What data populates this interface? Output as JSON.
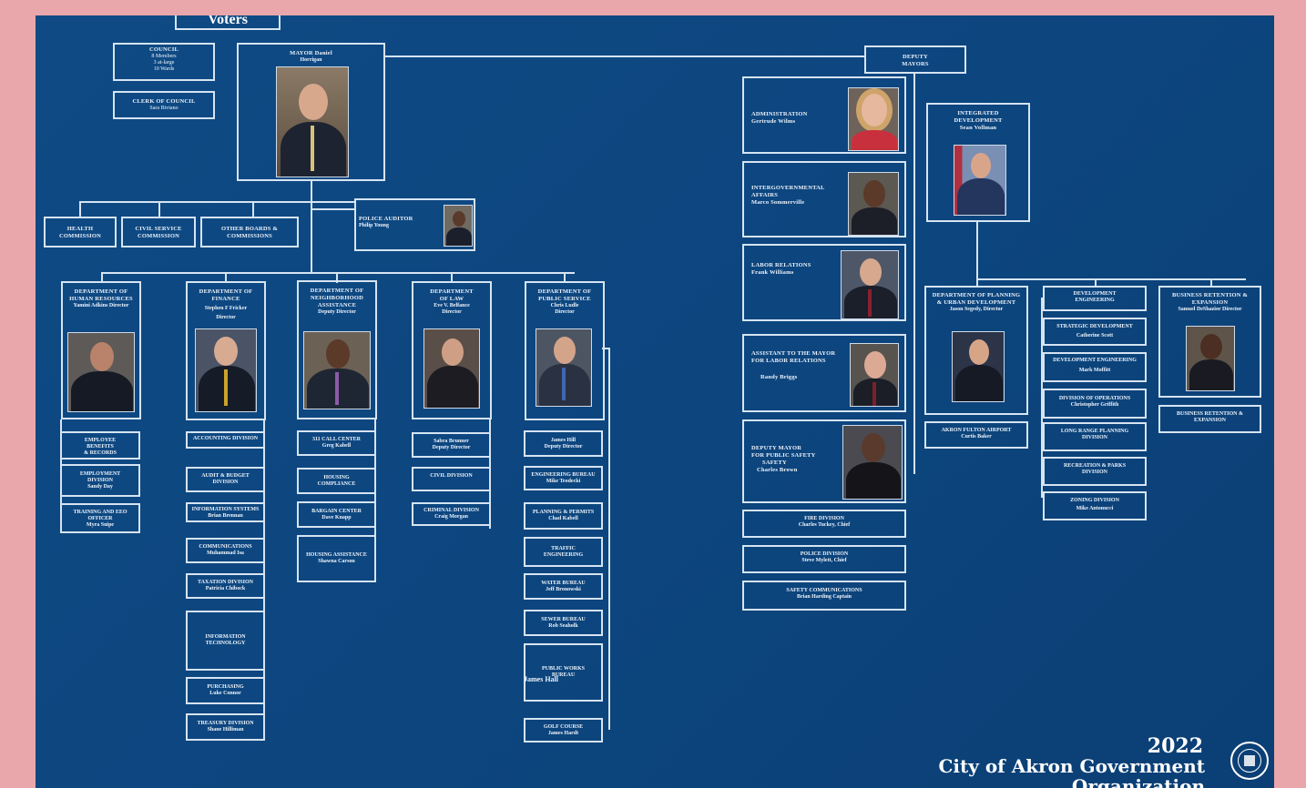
{
  "top": {
    "voters": "Voters"
  },
  "council": {
    "title": "COUNCIL",
    "line1": "8 Members",
    "line2": "3 at-large",
    "line3": "10 Wards"
  },
  "clerk": {
    "title": "CLERK OF COUNCIL",
    "name": "Sara Biviano"
  },
  "mayor": {
    "title": "MAYOR Daniel",
    "name": "Horrigan"
  },
  "deputy_mayors": {
    "title": "DEPUTY",
    "line2": "MAYORS"
  },
  "commissions": [
    {
      "line1": "HEALTH",
      "line2": "COMMISSION"
    },
    {
      "line1": "CIVIL SERVICE",
      "line2": "COMMISSION"
    },
    {
      "line1": "OTHER BOARDS &",
      "line2": "COMMISSIONS"
    }
  ],
  "police_auditor": {
    "title": "POLICE AUDITOR",
    "name": "Philip Young"
  },
  "departments": [
    {
      "t1": "DEPARTMENT OF",
      "t2": "HUMAN RESOURCES",
      "t3": "Yamini Adkins Director",
      "t4": ""
    },
    {
      "t1": "DEPARTMENT OF",
      "t2": "FINANCE",
      "t3": "Stephen F Fricker",
      "t4": "Director"
    },
    {
      "t1": "DEPARTMENT OF",
      "t2": "NEIGHBORHOOD",
      "t3": "ASSISTANCE",
      "t4": "Deputy Director"
    },
    {
      "t1": "DEPARTMENT",
      "t2": "OF LAW",
      "t3": "Eve V. Belfance",
      "t4": "Director"
    },
    {
      "t1": "DEPARTMENT OF",
      "t2": "PUBLIC SERVICE",
      "t3": "Chris Ludle",
      "t4": "Director"
    }
  ],
  "hr_subs": [
    {
      "a": "EMPLOYEE",
      "b": "BENEFITS",
      "c": "& RECORDS"
    },
    {
      "a": "EMPLOYMENT",
      "b": "DIVISION",
      "c": "Sandy Day"
    },
    {
      "a": "TRAINING AND EEO",
      "b": "OFFICER",
      "c": "Myra Snipe"
    }
  ],
  "finance_subs": [
    {
      "a": "ACCOUNTING DIVISION",
      "b": ""
    },
    {
      "a": "AUDIT & BUDGET",
      "b": "DIVISION"
    },
    {
      "a": "INFORMATION SYSTEMS",
      "b": "Brian Brennan"
    },
    {
      "a": "COMMUNICATIONS",
      "b": "Muhammad Isa"
    },
    {
      "a": "TAXATION DIVISION",
      "b": "Patricia Chibock"
    },
    {
      "a": "INFORMATION",
      "b": "TECHNOLOGY"
    },
    {
      "a": "PURCHASING",
      "b": "Luke Connor"
    },
    {
      "a": "TREASURY DIVISION",
      "b": "Shane Hilliman"
    }
  ],
  "neighborhood_subs": [
    {
      "a": "311 CALL CENTER",
      "b": "Greg Kabell"
    },
    {
      "a": "HOUSING",
      "b": "COMPLIANCE"
    },
    {
      "a": "BARGAIN CENTER",
      "b": "Dave Knapp"
    },
    {
      "a": "HOUSING ASSISTANCE",
      "b": "Shawna Carson"
    }
  ],
  "law_subs": [
    {
      "a": "Sabra Brunner",
      "b": "Deputy Director"
    },
    {
      "a": "CIVIL DIVISION",
      "b": ""
    },
    {
      "a": "CRIMINAL DIVISION",
      "b": "Craig Morgan"
    }
  ],
  "service_subs": [
    {
      "a": "James Hill",
      "b": "Deputy Director"
    },
    {
      "a": "ENGINEERING BUREAU",
      "b": "Mike Teodecki"
    },
    {
      "a": "PLANNING & PERMITS",
      "b": "Chad Kabell"
    },
    {
      "a": "TRAFFIC",
      "b": "ENGINEERING"
    },
    {
      "a": "WATER BUREAU",
      "b": "Jeff Bronowski"
    },
    {
      "a": "SEWER BUREAU",
      "b": "Rob Seaholk"
    },
    {
      "a": "PUBLIC WORKS",
      "b": "BUREAU"
    },
    {
      "a": "GOLF COURSE",
      "b": "James Hardt"
    }
  ],
  "public_works_name": "James Hall",
  "right_boxes": [
    {
      "a": "ADMINISTRATION",
      "b": "Gertrude Wilms"
    },
    {
      "a": "INTERGOVERNMENTAL",
      "b": "AFFAIRS"
    },
    {
      "a": "LABOR RELATIONS",
      "b": "Frank Williams"
    },
    {
      "a": "ASSISTANT TO THE MAYOR",
      "b": "FOR LABOR RELATIONS"
    },
    {
      "a": "DEPUTY MAYOR",
      "b": "FOR PUBLIC SAFETY"
    }
  ],
  "right_extra": {
    "inter_name": "Marco Sommerville",
    "asst_name": "Randy Briggs",
    "safety1": "SAFETY",
    "safety_name": "Charles Brown"
  },
  "safety_subs": [
    {
      "a": "FIRE DIVISION",
      "b": "Charles Tuckey, Chief"
    },
    {
      "a": "POLICE DIVISION",
      "b": "Steve Mylett, Chief"
    },
    {
      "a": "SAFETY COMMUNICATIONS",
      "b": "Brian Harding Captain"
    }
  ],
  "integrated": {
    "a": "INTEGRATED",
    "b": "DEVELOPMENT",
    "c": "Sean Vollman"
  },
  "planning": {
    "a": "DEPARTMENT OF PLANNING",
    "b": "& URBAN DEVELOPMENT",
    "c": "Jason Segedy, Director"
  },
  "airport": {
    "a": "AKRON FULTON AIRPORT",
    "b": "Curtis Baker"
  },
  "dev_subs": [
    {
      "a": "DEVELOPMENT",
      "b": "ENGINEERING"
    },
    {
      "a": "STRATEGIC DEVELOPMENT",
      "b": "Catherine Scott"
    },
    {
      "a": "DEVELOPMENT ENGINEERING",
      "b": "Mark Moffitt"
    },
    {
      "a": "DIVISION OF OPERATIONS",
      "b": "Christopher Griffith"
    },
    {
      "a": "LONG RANGE PLANNING",
      "b": "DIVISION"
    },
    {
      "a": "RECREATION & PARKS",
      "b": "DIVISION"
    },
    {
      "a": "ZONING DIVISION",
      "b": "Mike Antonucci"
    }
  ],
  "business": {
    "a": "BUSINESS RETENTION &",
    "b": "EXPANSION",
    "c": "Samuel DeShazior Director"
  },
  "business_sub": {
    "a": "BUSINESS RETENTION &",
    "b": "EXPANSION"
  },
  "footer": {
    "year": "2022",
    "line1": "City of Akron Government",
    "line2": "Organization"
  }
}
